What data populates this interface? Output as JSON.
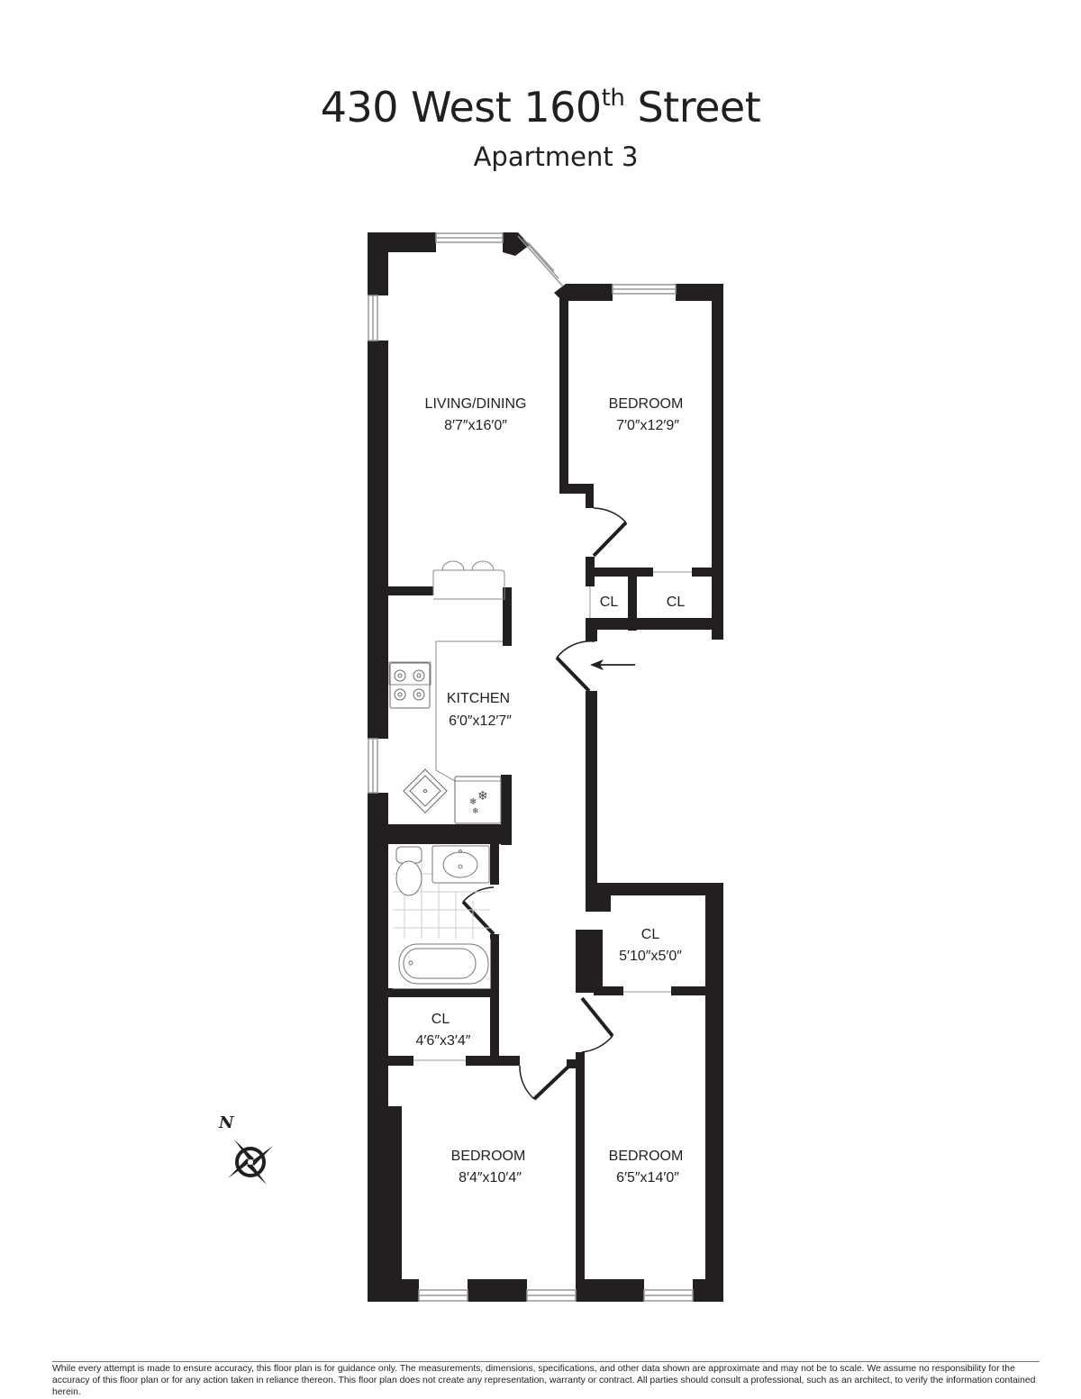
{
  "header": {
    "title_pre": "430 West 160",
    "title_sup": "th",
    "title_post": " Street",
    "subtitle": "Apartment 3"
  },
  "rooms": [
    {
      "id": "living-dining",
      "name": "LIVING/DINING",
      "dims": "8′7″x16′0″"
    },
    {
      "id": "bedroom-ne",
      "name": "BEDROOM",
      "dims": "7′0″x12′9″"
    },
    {
      "id": "closet-small-1",
      "name": "CL",
      "dims": ""
    },
    {
      "id": "closet-small-2",
      "name": "CL",
      "dims": ""
    },
    {
      "id": "kitchen",
      "name": "KITCHEN",
      "dims": "6′0″x12′7″"
    },
    {
      "id": "closet-e",
      "name": "CL",
      "dims": "5′10″x5′0″"
    },
    {
      "id": "closet-w",
      "name": "CL",
      "dims": "4′6″x3′4″"
    },
    {
      "id": "bedroom-sw",
      "name": "BEDROOM",
      "dims": "8′4″x10′4″"
    },
    {
      "id": "bedroom-se",
      "name": "BEDROOM",
      "dims": "6′5″x14′0″"
    }
  ],
  "compass": {
    "label": "N"
  },
  "colors": {
    "wall": "#231f20",
    "window": "#999999",
    "fixture": "#777777"
  },
  "disclaimer": "While every attempt is made to ensure accuracy, this floor plan is for guidance only. The measurements, dimensions, specifications, and other data shown are approximate and may not be to scale.  We assume no responsibility for the accuracy of this floor plan or for any action taken in reliance thereon. This floor plan does not create any representation, warranty or contract. All parties should consult a professional, such as an architect, to verify the information contained herein."
}
